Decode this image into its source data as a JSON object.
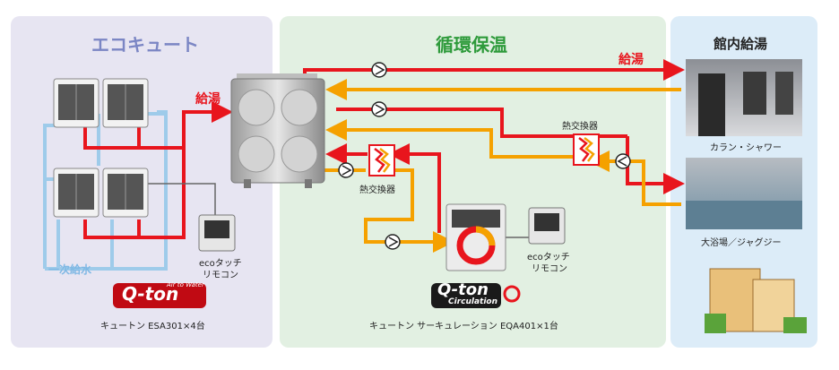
{
  "panels": {
    "eco_title": "エコキュート",
    "circ_title": "循環保温",
    "hall_title": "館内給湯"
  },
  "labels": {
    "supply_left": "給湯",
    "supply_right": "給湯",
    "primary_water": "一次給水",
    "remote_left_1": "ecoタッチ",
    "remote_left_2": "リモコン",
    "remote_mid_1": "ecoタッチ",
    "remote_mid_2": "リモコン",
    "hex_left": "熱交換器",
    "hex_right": "熱交換器",
    "shower_caption": "カラン・シャワー",
    "bath_caption": "大浴場／ジャグジー",
    "eco_product": "キュートン ESA301×4台",
    "circ_product": "キュートン サーキュレーション EQA401×1台",
    "logo_left_main": "Q-ton",
    "logo_left_sub": "Air to Water",
    "logo_mid_main": "Q-ton",
    "logo_mid_sub": "Circulation"
  },
  "colors": {
    "hot": "#e8151d",
    "return": "#f5a100",
    "cold": "#9ecbea",
    "eco_panel": "#e7e5f2",
    "circ_panel": "#e2f0e2",
    "hall_panel": "#dcecf8",
    "eco_title": "#7b86c4",
    "circ_title": "#2d9a3a"
  }
}
